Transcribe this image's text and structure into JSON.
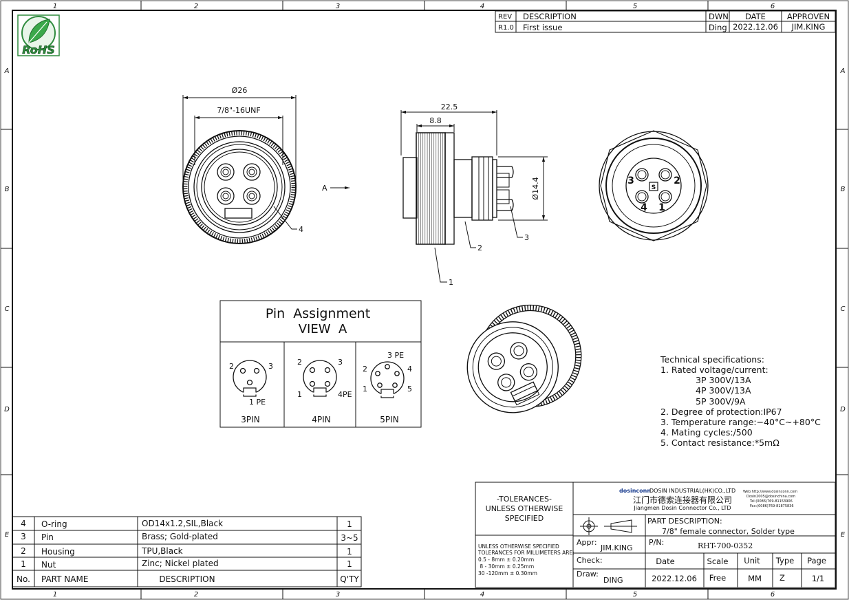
{
  "grid": {
    "columns": [
      "1",
      "2",
      "3",
      "4",
      "5",
      "6"
    ],
    "rows": [
      "A",
      "B",
      "C",
      "D",
      "E"
    ]
  },
  "rohs": {
    "label": "RoHS"
  },
  "revision": {
    "headers": [
      "REV",
      "DESCRIPTION",
      "DWN",
      "DATE",
      "APPROVEN"
    ],
    "rows": [
      [
        "R1.0",
        "First issue",
        "Ding",
        "2022.12.06",
        "JIM.KING"
      ]
    ]
  },
  "dims": {
    "front_outer": "Ø26",
    "front_thread": "7/8\"-16UNF",
    "side_total": "22.5",
    "side_nut": "8.8",
    "side_dia": "Ø14.4",
    "view_arrow": "A"
  },
  "callouts": {
    "c1": "1",
    "c2": "2",
    "c3": "3",
    "c4": "4"
  },
  "rear_view": {
    "pins": [
      "3",
      "2",
      "4",
      "1"
    ]
  },
  "pin_assignment": {
    "title": "Pin  Assignment",
    "subtitle": "VIEW  A",
    "p3": {
      "l2": "2",
      "l3": "3",
      "l1": "1 PE",
      "name": "3PIN"
    },
    "p4": {
      "l2": "2",
      "l3": "3",
      "l1": "1",
      "l4": "4PE",
      "name": "4PIN"
    },
    "p5": {
      "l3": "3 PE",
      "l2": "2",
      "l4": "4",
      "l1": "1",
      "l5": "5",
      "name": "5PIN"
    }
  },
  "tech_specs": {
    "title": "Technical  specifications:",
    "lines": [
      "1.  Rated  voltage/current:",
      "3P  300V/13A",
      "4P  300V/13A",
      "5P  300V/9A",
      "2.  Degree  of  protection:IP67",
      "3.  Temperature  range:−40°C∼+80°C",
      "4.  Mating  cycles:/500",
      "5.  Contact  resistance:*5mΩ"
    ]
  },
  "bom": {
    "headers": [
      "No.",
      "PART NAME",
      "DESCRIPTION",
      "Q'TY"
    ],
    "rows": [
      [
        "4",
        "O-ring",
        "OD14x1.2,SIL,Black",
        "1"
      ],
      [
        "3",
        "Pin",
        "Brass; Gold-plated",
        "3~5"
      ],
      [
        "2",
        "Housing",
        "TPU,Black",
        "1"
      ],
      [
        "1",
        "Nut",
        "Zinc; Nickel plated",
        "1"
      ]
    ]
  },
  "title_block": {
    "tolerances_title": "-TOLERANCES-\nUNLESS OTHERWISE\nSPECIFIED",
    "tol_small": [
      "UNLESS OTHERWISE SPECIFIED",
      "TOLERANCES FOR MILLIMETERS ARE:",
      "0.5 - 8mm ± 0.20mm",
      " 8 - 30mm ± 0.25mm",
      "30 -120mm ± 0.30mm"
    ],
    "brand": "dosinconn",
    "company_en": "DOSIN INDUSTRIAL(HK)CO.,LTD",
    "company_cn": "江门市德索连接器有限公司",
    "company_sub": "Jiangmen Dosin Connector Co., LTD",
    "contact": [
      "Web:http://www.dosinconn.com",
      "Dosin2005@dosinchina.com",
      "Tel:(0086)769-81153906",
      "Fax:(0086)769-81875836"
    ],
    "part_desc_label": "PART DESCRIPTION:",
    "part_desc": "7/8\" female connector, Solder type",
    "appr_label": "Appr:",
    "appr": "JIM.KING",
    "pn_label": "P/N:",
    "pn": "RHT-700-0352",
    "check_label": "Check:",
    "draw_label": "Draw:",
    "draw": "DING",
    "headers": [
      "Date",
      "Scale",
      "Unit",
      "Type",
      "Page"
    ],
    "values": [
      "2022.12.06",
      "Free",
      "MM",
      "Z",
      "1/1"
    ]
  }
}
